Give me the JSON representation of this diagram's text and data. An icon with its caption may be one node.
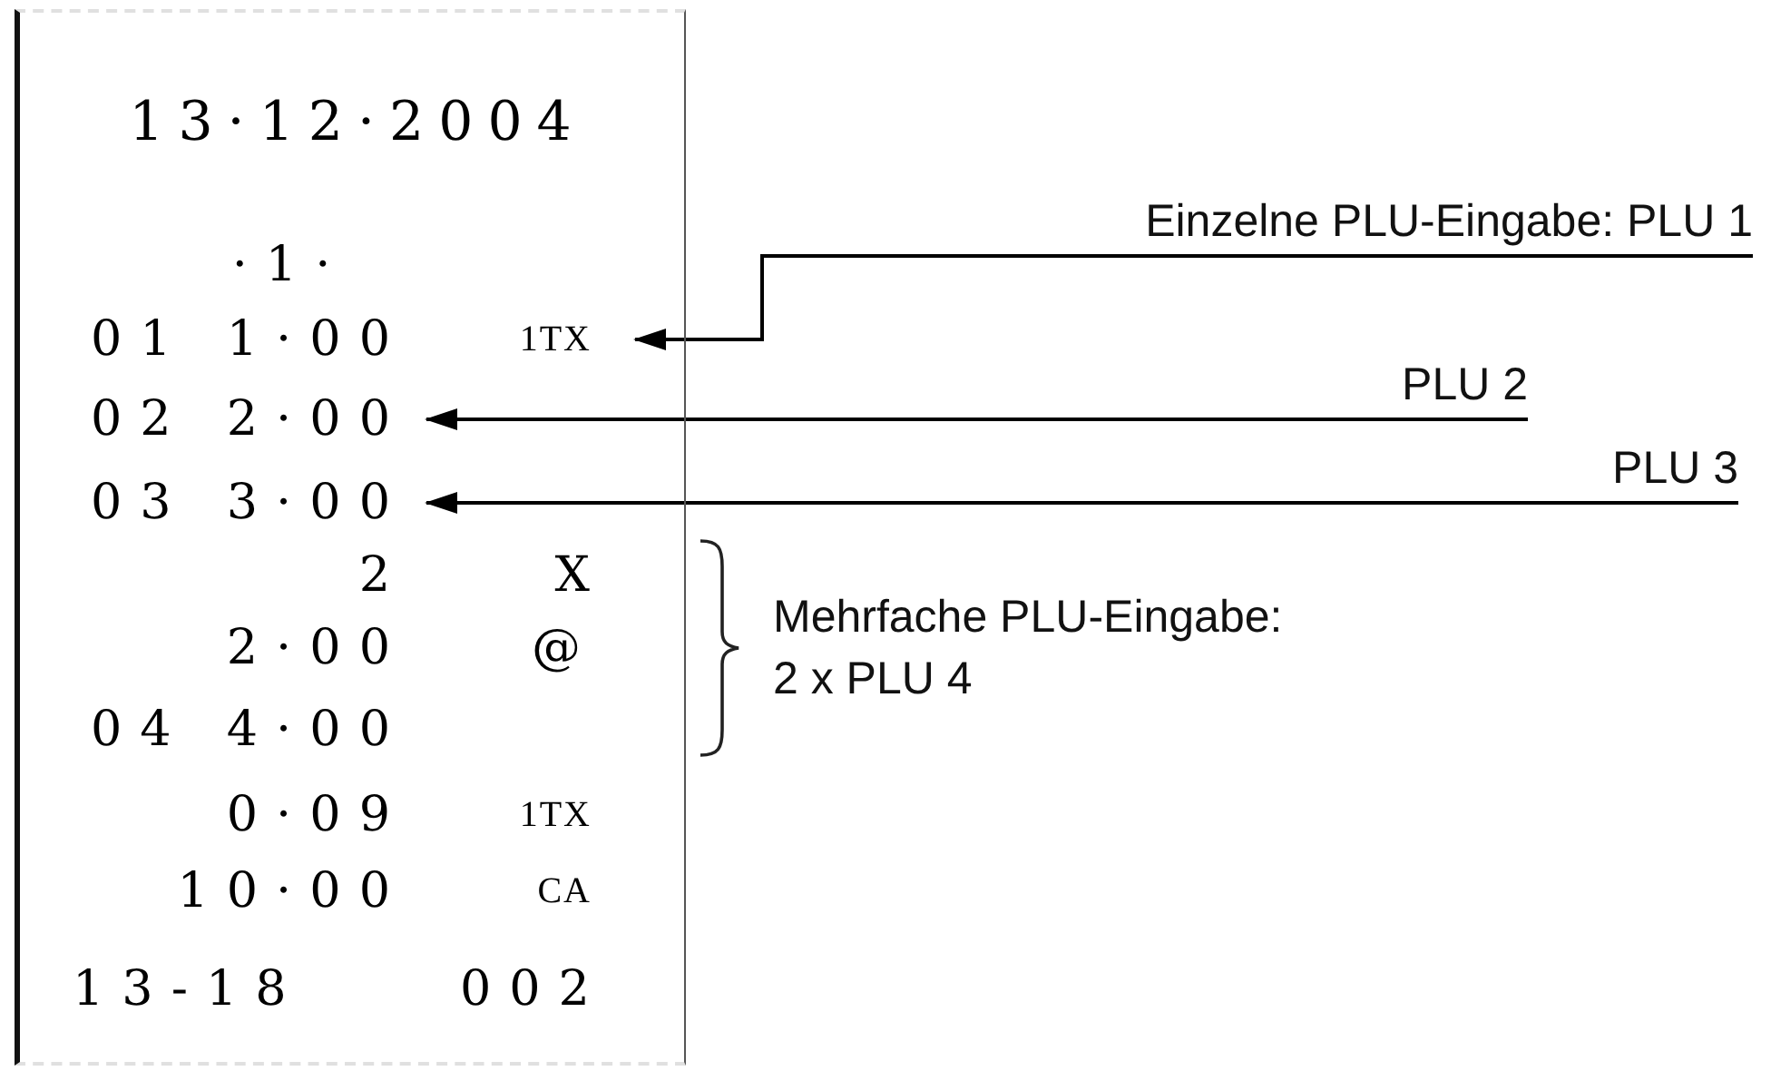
{
  "diagram": {
    "nodes": [
      {
        "text": [
          "13·12·2004",
          "·1·",
          "2",
          "X",
          "2·00",
          "@",
          "04 4·00",
          "0·09",
          "1TX",
          "10·00",
          "CA",
          "13-18",
          "002"
        ]
      },
      {
        "text": [
          "01 1·00",
          "1TX"
        ],
        "in": 0
      },
      {
        "text": [
          "02 2·00"
        ],
        "in": 0
      },
      {
        "text": [
          "03 3·00"
        ],
        "in": 0
      },
      {
        "text": [
          "Einzelne PLU-Eingabe: PLU 1"
        ]
      },
      {
        "text": [
          "PLU 2"
        ]
      },
      {
        "text": [
          "PLU 3"
        ]
      }
    ],
    "edges": [
      {
        "from": 4,
        "to": 1,
        "arrow": "to"
      },
      {
        "from": 5,
        "to": 2,
        "arrow": "to"
      },
      {
        "from": 6,
        "to": 3,
        "arrow": "to"
      }
    ],
    "labels": [
      "Mehrfache PLU-Eingabe: 2 x PLU 4"
    ]
  }
}
